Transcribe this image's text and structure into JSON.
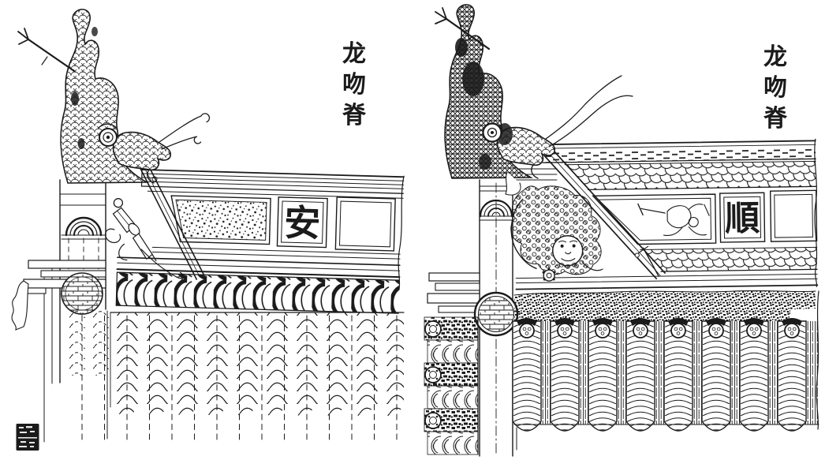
{
  "colors": {
    "ink": "#1b1b1b",
    "paper": "#ffffff"
  },
  "figures": {
    "left": {
      "caption": "龙吻脊",
      "caption_chars": [
        "龙",
        "吻",
        "脊"
      ],
      "ridge_panel_text": "安"
    },
    "right": {
      "caption": "龙吻脊",
      "caption_chars": [
        "龙",
        "吻",
        "脊"
      ],
      "ridge_panel_text": "順"
    }
  }
}
